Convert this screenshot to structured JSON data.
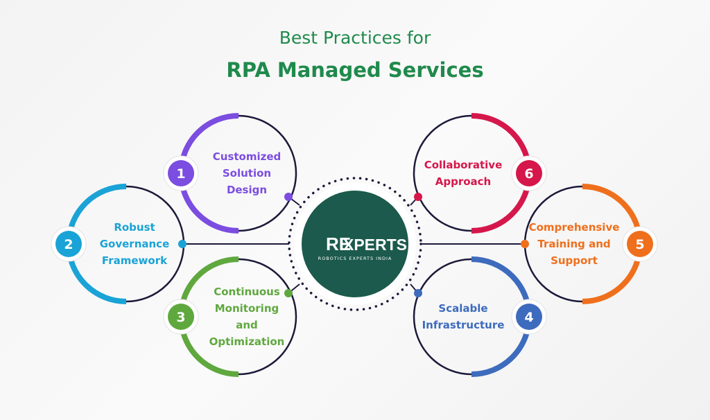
{
  "header": {
    "line1": "Best Practices for",
    "line2": "RPA Managed Services"
  },
  "logo": {
    "brand_mark": "RE",
    "brand": "XPERTS",
    "tagline": "ROBOTICS EXPERTS INDIA",
    "bg_color": "#1b5a4c"
  },
  "practices": [
    {
      "number": "1",
      "lines": [
        "Customized",
        "Solution",
        "Design"
      ],
      "color": "#7b4de0"
    },
    {
      "number": "2",
      "lines": [
        "Robust",
        "Governance",
        "Framework"
      ],
      "color": "#1aa3d6"
    },
    {
      "number": "3",
      "lines": [
        "Continuous",
        "Monitoring",
        "and",
        "Optimization"
      ],
      "color": "#5fa83e"
    },
    {
      "number": "4",
      "lines": [
        "Scalable",
        "Infrastructure"
      ],
      "color": "#3d6bbd"
    },
    {
      "number": "5",
      "lines": [
        "Comprehensive",
        "Training and",
        "Support"
      ],
      "color": "#ef6f1c"
    },
    {
      "number": "6",
      "lines": [
        "Collaborative",
        "Approach"
      ],
      "color": "#d5174b"
    }
  ]
}
